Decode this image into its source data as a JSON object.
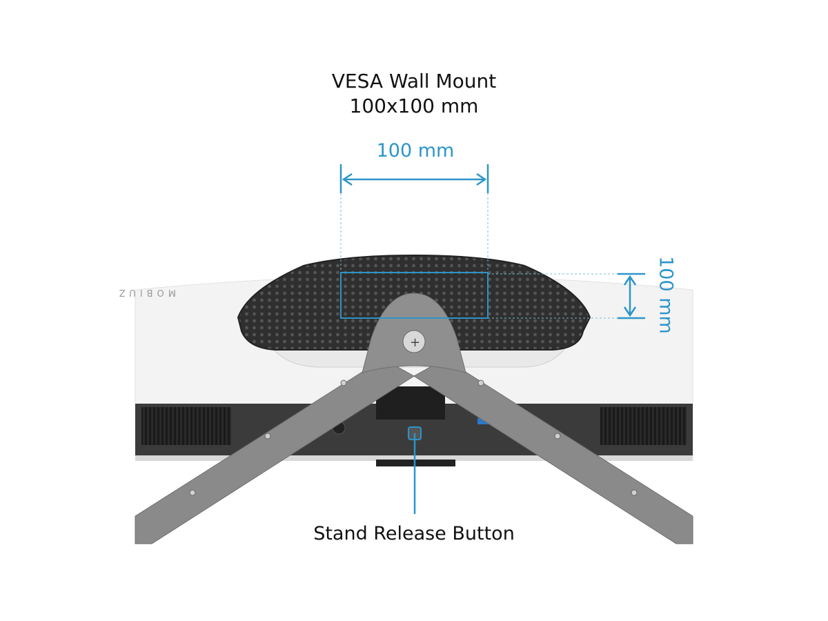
{
  "heading": {
    "line1": "VESA Wall Mount",
    "line2": "100x100 mm"
  },
  "dimensions": {
    "horizontal": "100 mm",
    "vertical": "100 mm"
  },
  "callout": {
    "label": "Stand Release Button"
  },
  "branding": {
    "logo_text": "MOBIUZ"
  },
  "colors": {
    "accent": "#2b95c9",
    "monitor_body": "#f4f4f4",
    "panel_dark": "#3a3a3a",
    "stand": "#8c8c8c"
  }
}
